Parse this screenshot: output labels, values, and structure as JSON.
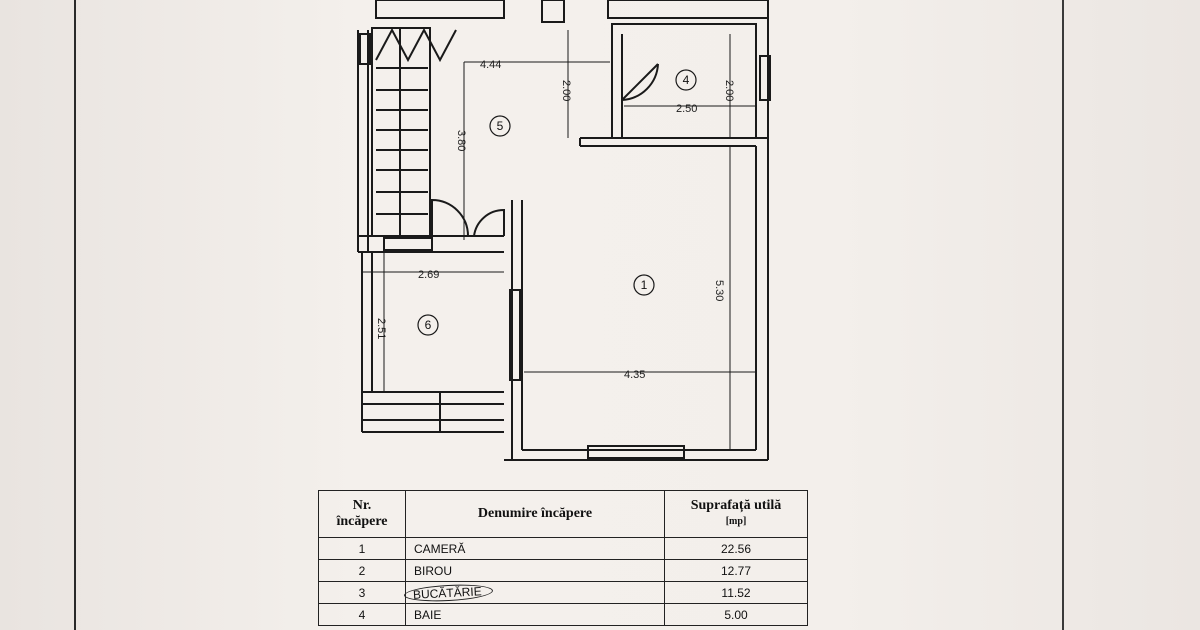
{
  "plan": {
    "rooms": [
      {
        "number": "1"
      },
      {
        "number": "4"
      },
      {
        "number": "5"
      },
      {
        "number": "6"
      }
    ],
    "dimensions": {
      "d_444": "4.44",
      "d_200_a": "2.00",
      "d_200_b": "2.00",
      "d_250": "2.50",
      "d_380": "3.80",
      "d_269": "2.69",
      "d_251": "2.51",
      "d_530": "5.30",
      "d_435": "4.35"
    }
  },
  "table": {
    "headers": {
      "nr_line1": "Nr.",
      "nr_line2": "încăpere",
      "name": "Denumire încăpere",
      "area_line1": "Suprafață utilă",
      "area_line2": "[mp]"
    },
    "rows": [
      {
        "nr": "1",
        "name": "CAMERĂ",
        "area": "22.56"
      },
      {
        "nr": "2",
        "name": "BIROU",
        "area": "12.77"
      },
      {
        "nr": "3",
        "name": "BUCĂTĂRIE",
        "area": "11.52"
      },
      {
        "nr": "4",
        "name": "BAIE",
        "area": "5.00"
      }
    ]
  }
}
